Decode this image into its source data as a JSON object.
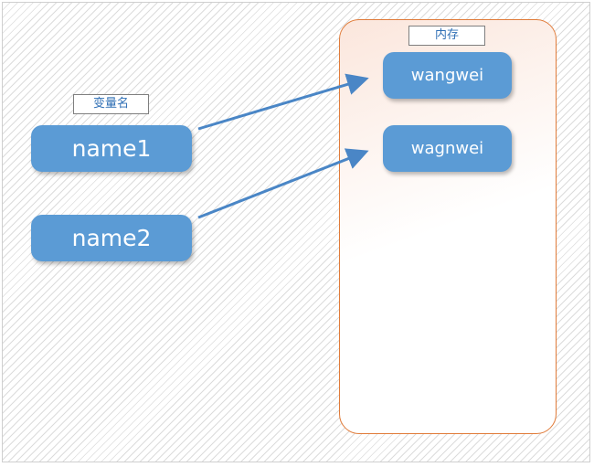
{
  "labels": {
    "variable_name": "变量名",
    "memory": "内存"
  },
  "variables": [
    {
      "name": "name1"
    },
    {
      "name": "name2"
    }
  ],
  "memory_values": [
    {
      "value": "wangwei"
    },
    {
      "value": "wagnwei"
    }
  ],
  "colors": {
    "pill_fill": "#5b9bd5",
    "arrow": "#4a86c6",
    "memory_border": "#e07b39",
    "label_text": "#2f6fb5"
  }
}
